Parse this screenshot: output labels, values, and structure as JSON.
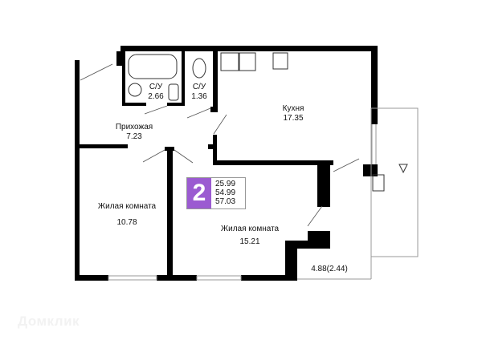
{
  "rooms": [
    {
      "name": "С/У",
      "area": "2.66"
    },
    {
      "name": "С/У",
      "area": "1.36"
    },
    {
      "name": "Кухня",
      "area": "17.35"
    },
    {
      "name": "Прихожая",
      "area": "7.23"
    },
    {
      "name": "Жилая комната",
      "area": "10.78"
    },
    {
      "name": "Жилая комната",
      "area": "15.21"
    }
  ],
  "balcony": {
    "area": "4.88(2.44)"
  },
  "badge": {
    "rooms": "2",
    "living_area": "25.99",
    "total_area": "54.99",
    "area_with_balcony": "57.03",
    "color": "#9b5bd1"
  },
  "watermark": "Домклик"
}
